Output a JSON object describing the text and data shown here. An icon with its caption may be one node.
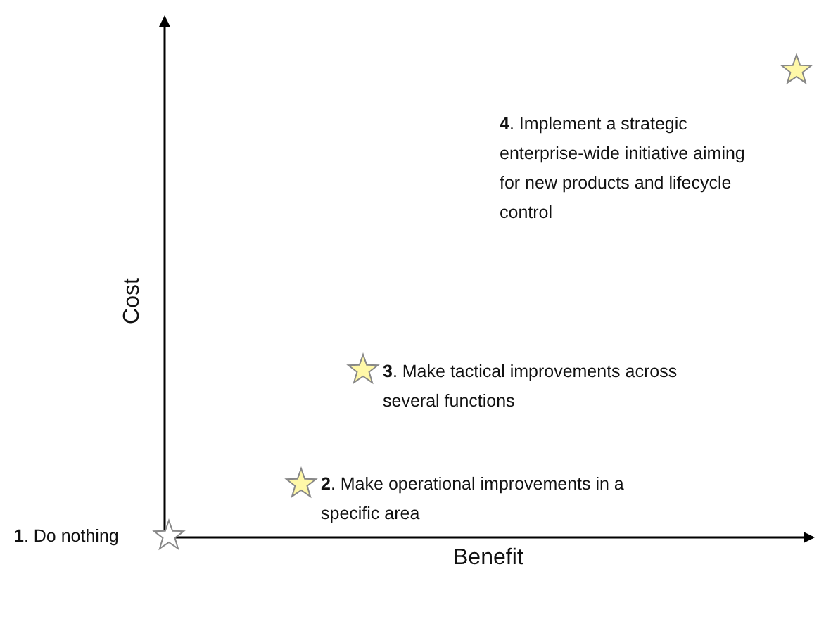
{
  "diagram": {
    "labels": [
      "**4**. Implement a strategic enterprise-wide initiative aiming for new products and lifecycle control",
      "Cost",
      "**3**. Make tactical improvements across several functions",
      "**2**. Make operational improvements in a specific area",
      "**1**. Do nothing",
      "Benefit"
    ]
  }
}
